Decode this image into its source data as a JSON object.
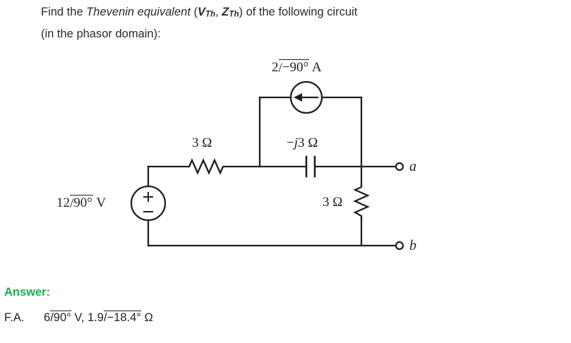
{
  "prompt": {
    "line1_a": "Find the ",
    "line1_italic": "Thevenin equivalent",
    "line1_b": " (",
    "vth_main": "V",
    "vth_sub": "Th",
    "sep": ", ",
    "zth_main": "Z",
    "zth_sub": "Th",
    "line1_c": ") of the following circuit",
    "line2": "(in the phasor domain):"
  },
  "circuit": {
    "type": "thevenin-equivalent-phasor-circuit",
    "current_source": {
      "name": "current-source",
      "magnitude": "2",
      "angle": "−90°",
      "unit": "A",
      "label": "2∠−90° A",
      "arrow_direction": "left"
    },
    "voltage_source": {
      "name": "voltage-source",
      "magnitude": "12",
      "angle": "90°",
      "unit": "V",
      "label": "12∠90° V",
      "polarity_top": "+",
      "polarity_bottom": "−"
    },
    "resistor_series": {
      "name": "series-resistor",
      "value": "3",
      "unit": "Ω",
      "label": "3 Ω"
    },
    "capacitor": {
      "name": "capacitor",
      "value": "−j3",
      "unit": "Ω",
      "label": "−j3 Ω"
    },
    "resistor_shunt": {
      "name": "shunt-resistor",
      "value": "3",
      "unit": "Ω",
      "label": "3 Ω"
    },
    "terminals": {
      "top": "a",
      "bottom": "b"
    },
    "wire_color": "#231f20"
  },
  "answer": {
    "heading": "Answer:",
    "heading_color": "#17b24a",
    "choice_label": "F.A.",
    "vth_magnitude": "6",
    "vth_angle": "90°",
    "vth_unit": "V",
    "comma": ", ",
    "zth_magnitude": "1.9",
    "zth_angle": "−18.4°",
    "zth_unit": "Ω",
    "full_text": "F.A.   6∠90° V, 1.9∠−18.4° Ω"
  }
}
